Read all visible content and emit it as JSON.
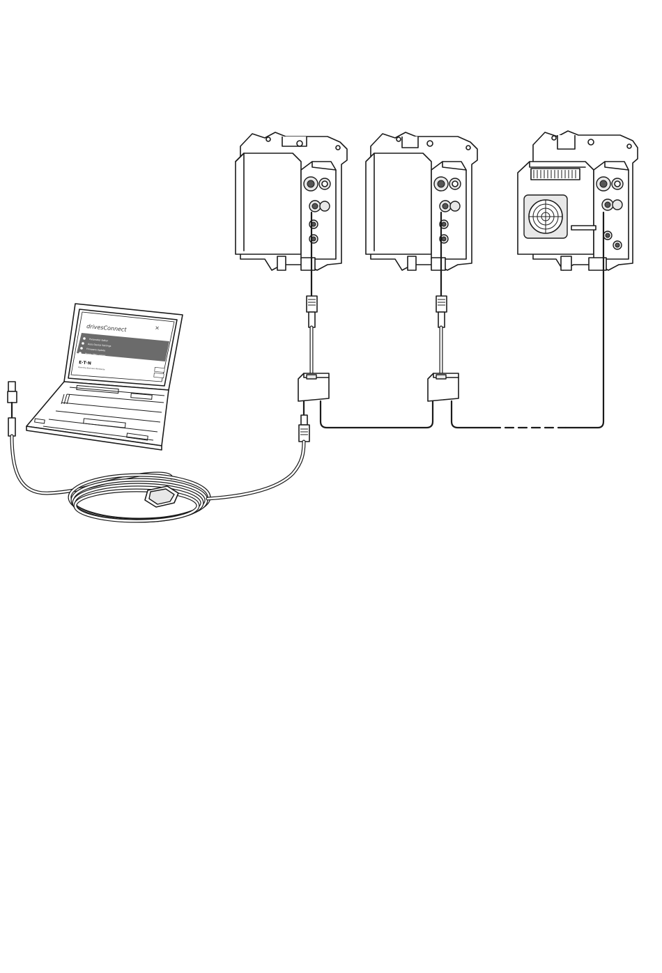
{
  "laptop": {
    "app_title": "drivesConnect",
    "close_glyph": "×",
    "menu_items": [
      "Parameter Editor",
      "Auto Device Settings",
      "Firmware Update",
      "Power XML Logger"
    ],
    "brand": "E·T·N",
    "brand_tagline": "Powering Business Worldwide"
  },
  "devices": [
    {
      "name": "drive-unit-1",
      "variant": "plain-cover"
    },
    {
      "name": "drive-unit-2",
      "variant": "plain-cover"
    },
    {
      "name": "drive-unit-3",
      "variant": "fan-cover"
    }
  ],
  "colors": {
    "line": "#1a1a1a",
    "screen_band": "#6b6b6b",
    "background": "#ffffff"
  }
}
